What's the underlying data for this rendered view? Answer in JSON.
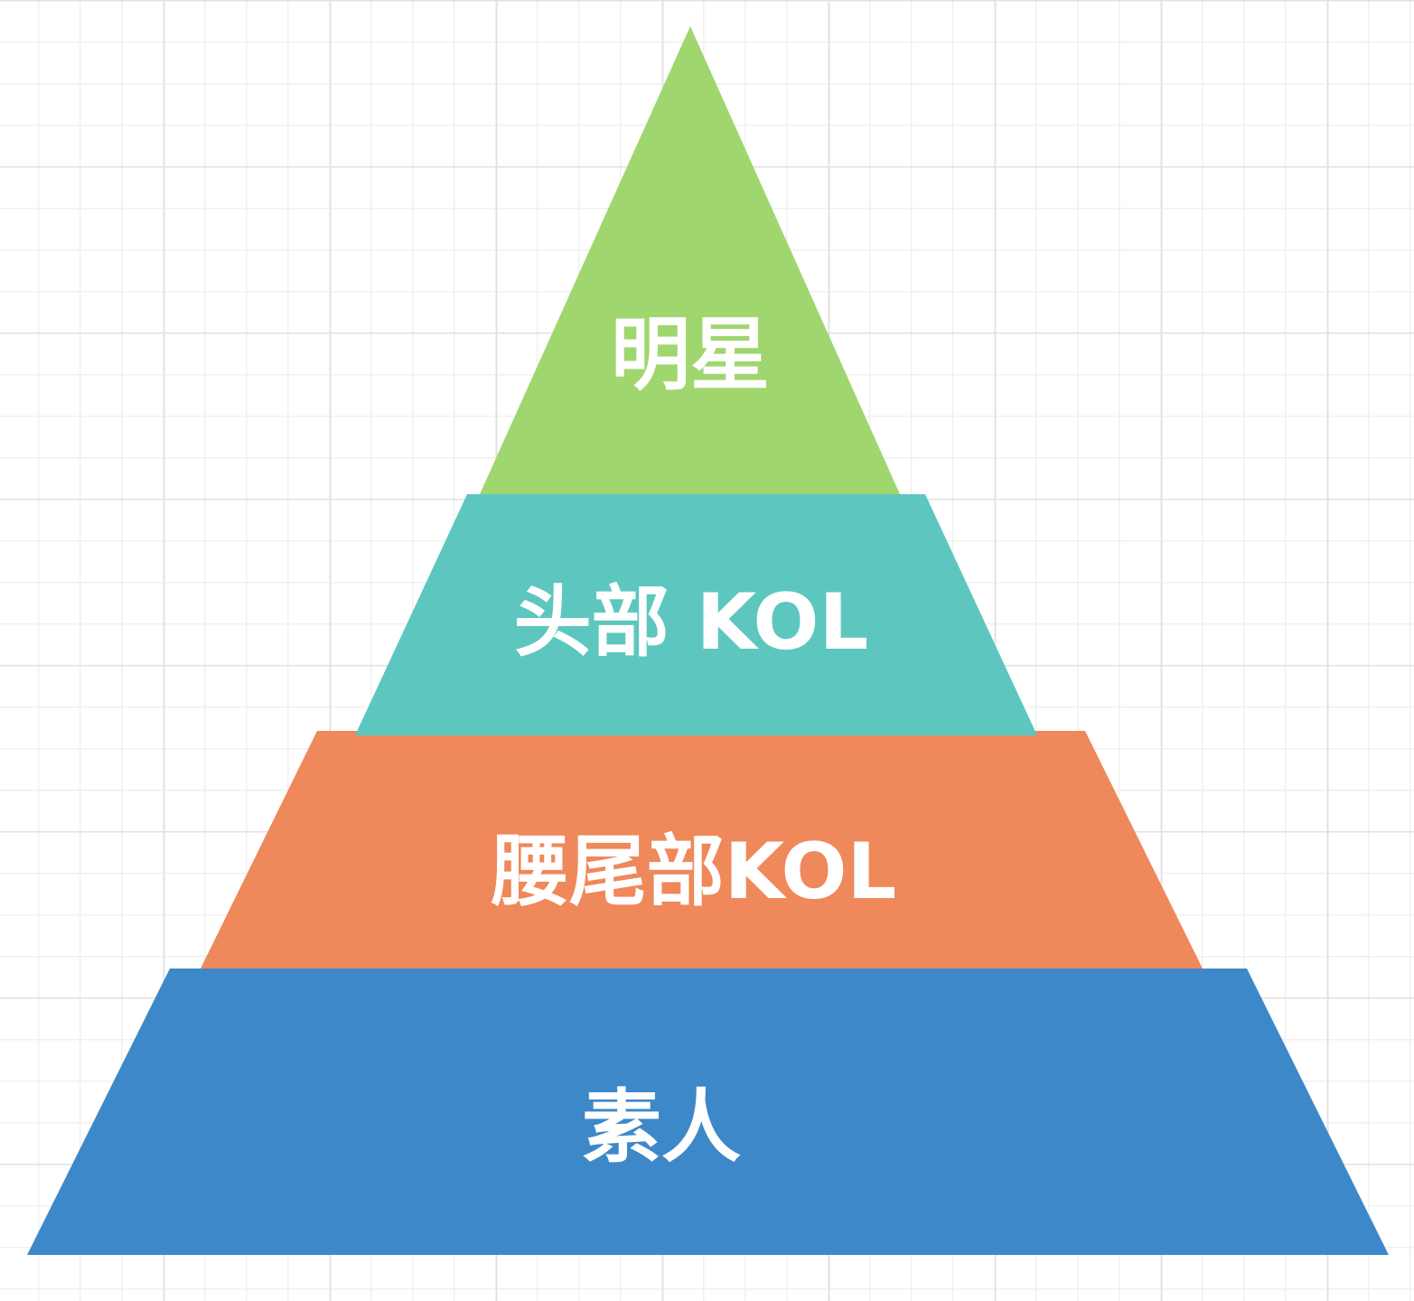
{
  "diagram": {
    "type": "pyramid",
    "background": {
      "color": "#ffffff",
      "grid_minor_color": "#f0f0f0",
      "grid_major_color": "#e2e2e2",
      "grid_minor_spacing": 46,
      "grid_major_every": 4
    },
    "layers": [
      {
        "label": "明星",
        "color": "#a0d66e",
        "shape": "triangle"
      },
      {
        "label": "头部 KOL",
        "color": "#5dc7bf",
        "shape": "trapezoid"
      },
      {
        "label": "腰尾部KOL",
        "color": "#ef885a",
        "shape": "trapezoid"
      },
      {
        "label": "素人",
        "color": "#3d88c9",
        "shape": "trapezoid"
      }
    ]
  }
}
